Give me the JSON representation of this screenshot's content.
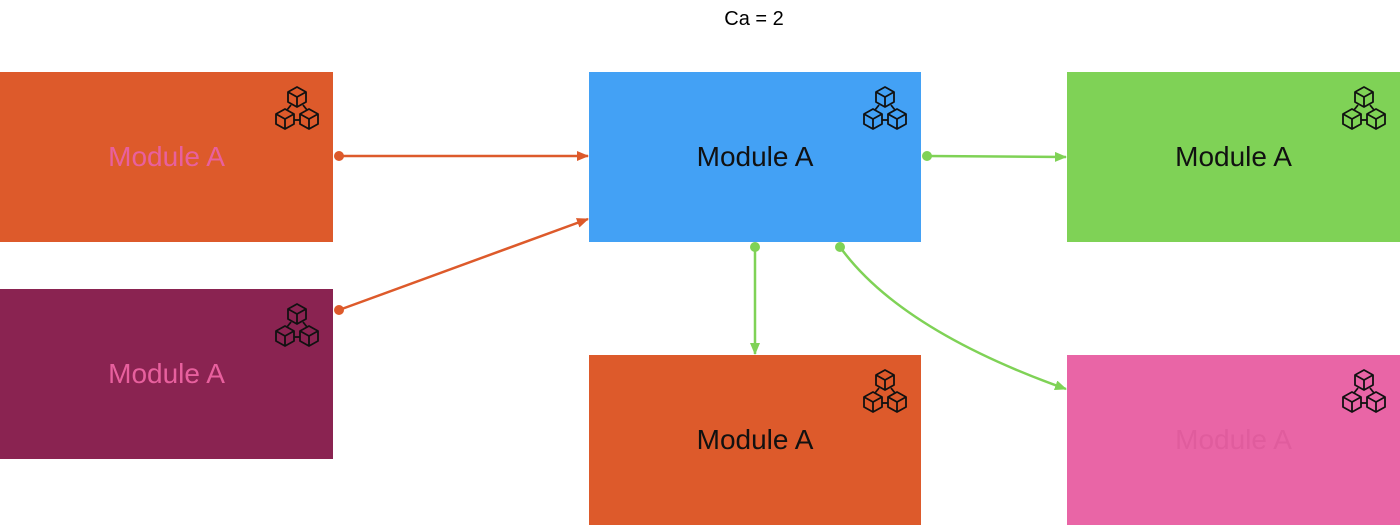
{
  "diagram": {
    "title": "Ca = 2",
    "modules": {
      "top_left": {
        "label": "Module A",
        "fill": "#DD5A2B",
        "text_color": "#E8609E",
        "icon": "cubes-icon"
      },
      "bottom_left": {
        "label": "Module A",
        "fill": "#8A2351",
        "text_color": "#E8609E",
        "icon": "cubes-icon"
      },
      "center": {
        "label": "Module A",
        "fill": "#43A1F5",
        "text_color": "#111111",
        "icon": "cubes-icon"
      },
      "right": {
        "label": "Module A",
        "fill": "#7FD256",
        "text_color": "#111111",
        "icon": "cubes-icon"
      },
      "bottom": {
        "label": "Module A",
        "fill": "#DD5A2B",
        "text_color": "#111111",
        "icon": "cubes-icon"
      },
      "bottom_right": {
        "label": "Module A",
        "fill": "#E965A6",
        "text_color": "#D04D8E",
        "icon": "cubes-icon"
      }
    },
    "edge_colors": {
      "incoming": "#DD5A2B",
      "outgoing": "#7FD256"
    }
  }
}
